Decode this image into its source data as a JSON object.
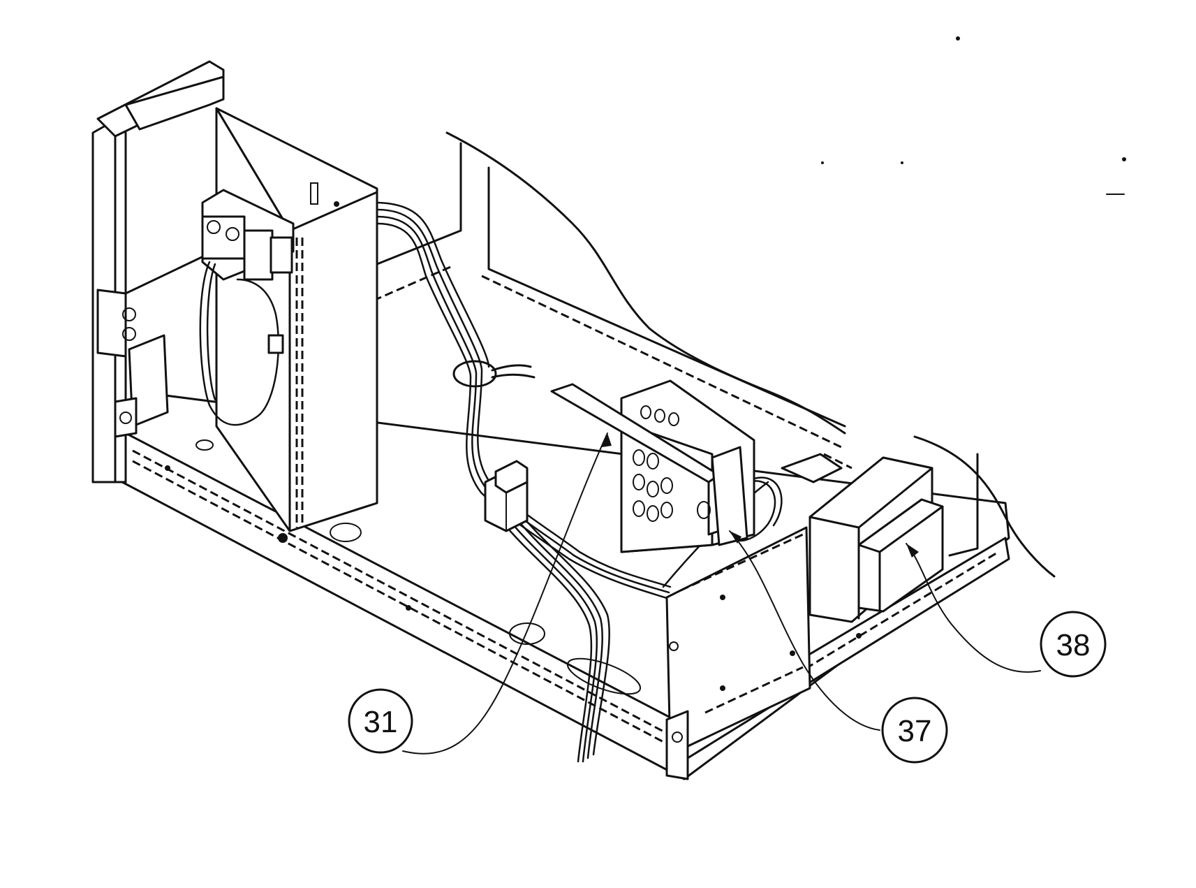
{
  "callouts": [
    {
      "id": "31",
      "label": "31"
    },
    {
      "id": "37",
      "label": "37"
    },
    {
      "id": "38",
      "label": "38"
    }
  ],
  "colors": {
    "line": "#111111",
    "background": "#ffffff"
  }
}
